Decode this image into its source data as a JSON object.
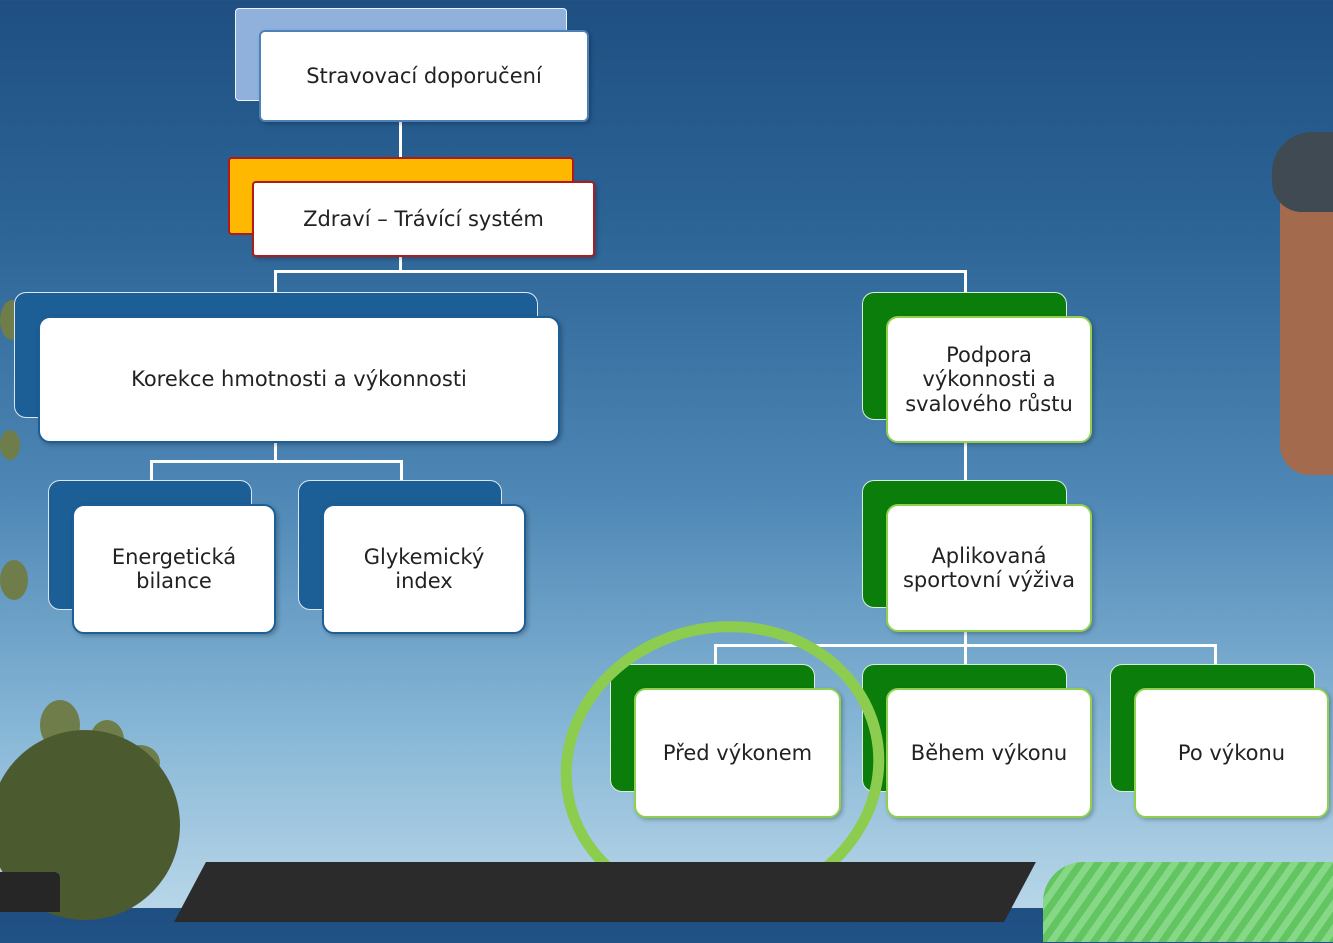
{
  "diagram": {
    "nodes": {
      "root": "Stravovací doporučení",
      "health": "Zdraví – Trávící systém",
      "weight": "Korekce hmotnosti a výkonnosti",
      "energy": "Energetická bilance",
      "glycemic": "Glykemický index",
      "support": "Podpora výkonnosti a svalového růstu",
      "applied": "Aplikovaná sportovní výživa",
      "before": "Před výkonem",
      "during": "Během výkonu",
      "after": "Po výkonu"
    },
    "highlighted": "Před výkonem"
  },
  "colors": {
    "root_back": "#8fb1dc",
    "health_back": "#ffb800",
    "health_border": "#b01a1a",
    "blue_branch": "#1c5e96",
    "green_branch": "#0b7d0b",
    "highlight_circle": "#8ccd4f"
  }
}
